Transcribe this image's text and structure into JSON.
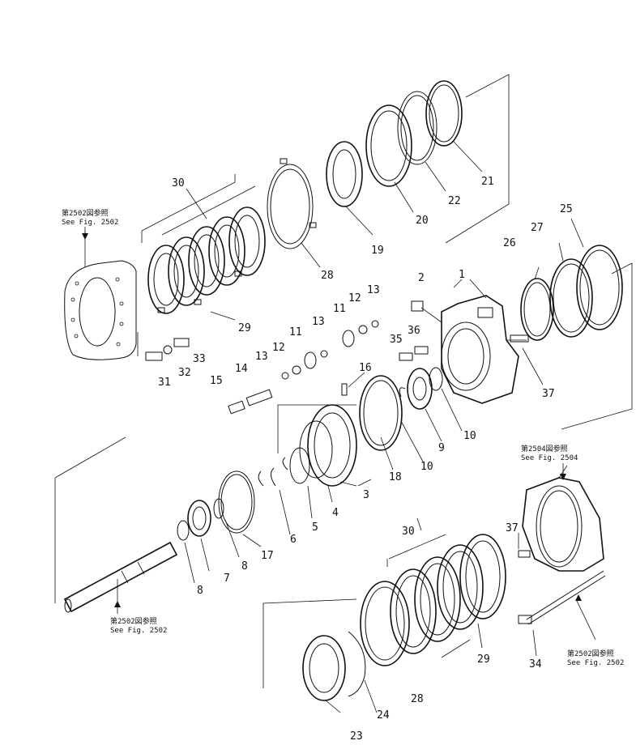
{
  "part_labels": {
    "p1": "1",
    "p2": "2",
    "p3": "3",
    "p4": "4",
    "p5": "5",
    "p6": "6",
    "p7": "7",
    "p8a": "8",
    "p8b": "8",
    "p9": "9",
    "p10a": "10",
    "p10b": "10",
    "p11a": "11",
    "p11b": "11",
    "p12a": "12",
    "p12b": "12",
    "p13a": "13",
    "p13b": "13",
    "p13c": "13",
    "p14": "14",
    "p15": "15",
    "p16": "16",
    "p17": "17",
    "p18": "18",
    "p19": "19",
    "p20": "20",
    "p21": "21",
    "p22": "22",
    "p23": "23",
    "p24": "24",
    "p25": "25",
    "p26": "26",
    "p27": "27",
    "p28a": "28",
    "p28b": "28",
    "p29a": "29",
    "p29b": "29",
    "p30a": "30",
    "p30b": "30",
    "p31": "31",
    "p32": "32",
    "p33": "33",
    "p34": "34",
    "p35": "35",
    "p36": "36",
    "p37a": "37",
    "p37b": "37"
  },
  "references": {
    "ref_top_left": {
      "jp": "第2502図参照",
      "en": "See Fig. 2502"
    },
    "ref_shaft": {
      "jp": "第2502図参照",
      "en": "See Fig. 2502"
    },
    "ref_right_mid": {
      "jp": "第2504図参照",
      "en": "See Fig. 2504"
    },
    "ref_bottom_right": {
      "jp": "第2502図参照",
      "en": "See Fig. 2502"
    }
  }
}
